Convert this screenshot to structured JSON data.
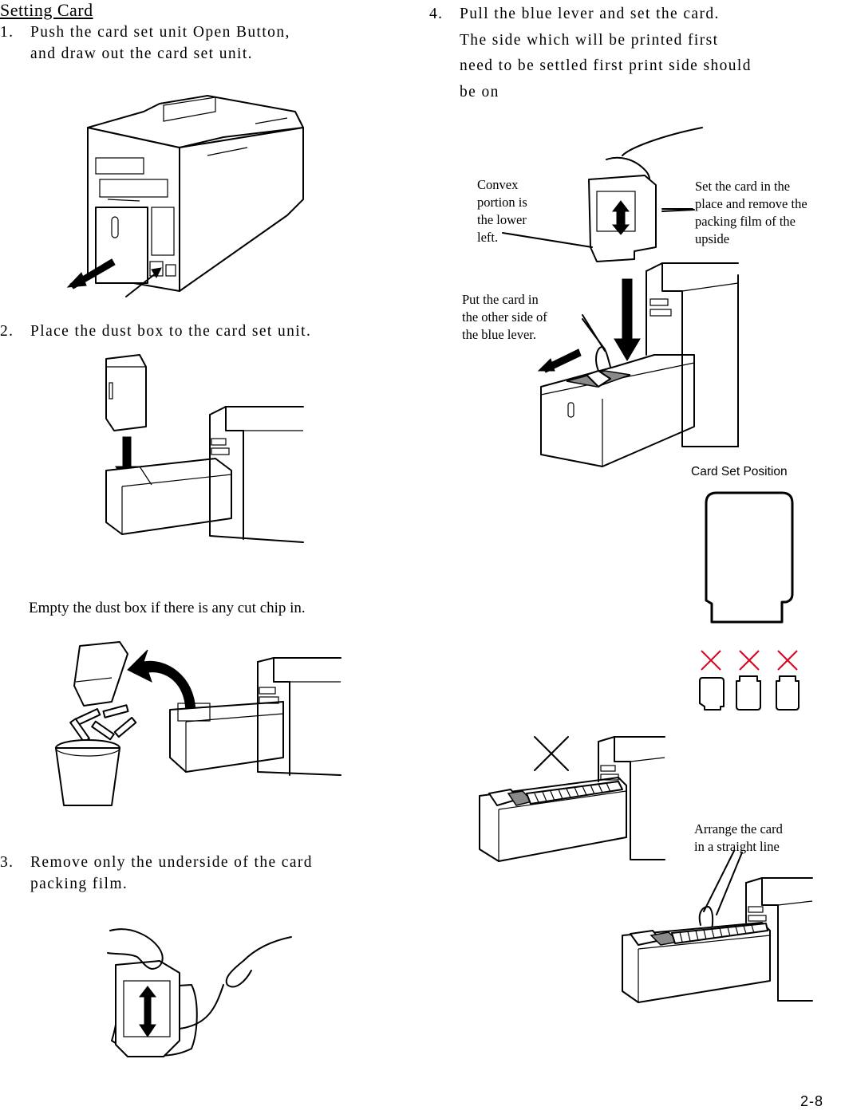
{
  "title": "Setting Card",
  "steps": [
    {
      "num": "1.",
      "lines": [
        "Push the card set unit Open Button,",
        "and draw out the card set unit."
      ]
    },
    {
      "num": "2.",
      "lines": [
        "Place the dust box to the card set unit."
      ]
    },
    {
      "num": "3.",
      "lines": [
        "Remove only the underside of the card",
        "packing film."
      ]
    },
    {
      "num": "4.",
      "lines": [
        "Pull the blue lever and set the card.",
        "The side which will be printed first",
        "need to be settled first print side should",
        "be on"
      ]
    }
  ],
  "note_empty_dust": "Empty the dust box if there is any cut chip in.",
  "callouts": {
    "convex": [
      "Convex",
      "portion is",
      "the lower",
      "left."
    ],
    "set_card": [
      "Set the card in the",
      "place and remove the",
      "packing film of the",
      "upside"
    ],
    "put_card": [
      "Put the card in",
      "the other side of",
      "the blue lever."
    ],
    "arrange": [
      "Arrange the card",
      "in a straight line"
    ]
  },
  "card_set_position": "Card Set Position",
  "page_number": "2-8",
  "icons": [
    "printer-illustration",
    "dust-box-illustration",
    "trash-bin-illustration",
    "hand-illustration",
    "card-shape-icon",
    "red-x-icon",
    "black-x-icon",
    "arrow-icon"
  ],
  "colors": {
    "wrong_mark": "#e0001b",
    "lever": "#8a8a8a"
  }
}
